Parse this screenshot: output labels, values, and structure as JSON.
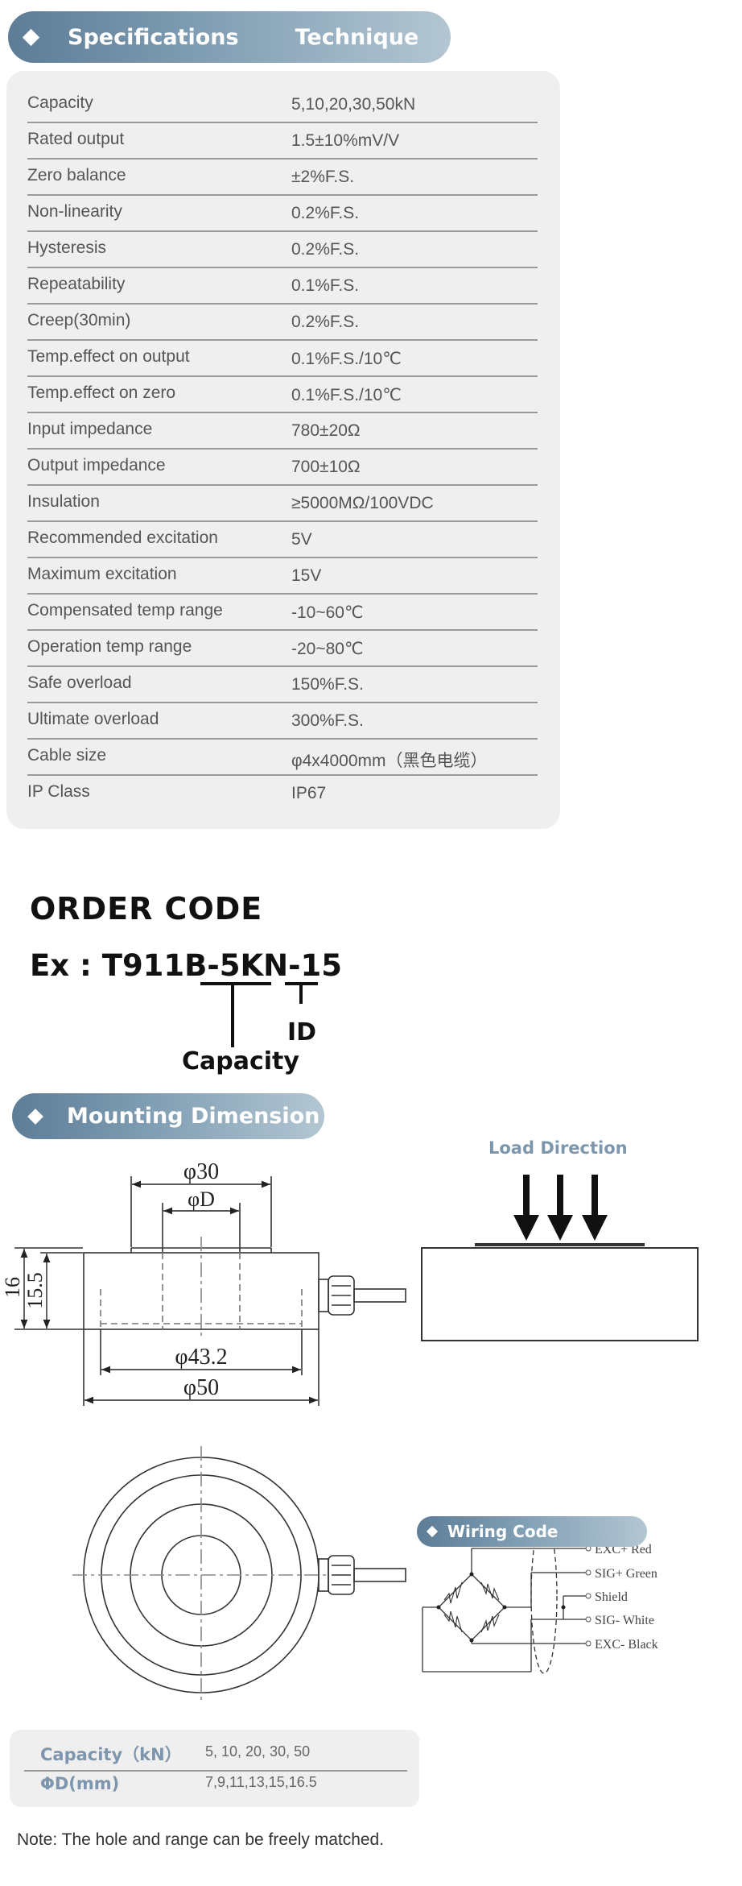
{
  "spec_header": {
    "left": "Specifications",
    "right": "Technique"
  },
  "specs": [
    {
      "k": "Capacity",
      "v": "5,10,20,30,50kN"
    },
    {
      "k": "Rated output",
      "v": "1.5±10%mV/V"
    },
    {
      "k": "Zero balance",
      "v": "±2%F.S."
    },
    {
      "k": "Non-linearity",
      "v": "0.2%F.S."
    },
    {
      "k": "Hysteresis",
      "v": "0.2%F.S."
    },
    {
      "k": "Repeatability",
      "v": "0.1%F.S."
    },
    {
      "k": "Creep(30min)",
      "v": "0.2%F.S."
    },
    {
      "k": "Temp.effect on output",
      "v": "0.1%F.S./10℃"
    },
    {
      "k": "Temp.effect on zero",
      "v": "0.1%F.S./10℃"
    },
    {
      "k": "Input impedance",
      "v": "780±20Ω"
    },
    {
      "k": "Output impedance",
      "v": "700±10Ω"
    },
    {
      "k": "Insulation",
      "v": "≥5000MΩ/100VDC"
    },
    {
      "k": "Recommended excitation",
      "v": "5V"
    },
    {
      "k": "Maximum excitation",
      "v": "15V"
    },
    {
      "k": "Compensated temp range",
      "v": "-10~60℃"
    },
    {
      "k": "Operation temp range",
      "v": "-20~80℃"
    },
    {
      "k": "Safe overload",
      "v": "150%F.S."
    },
    {
      "k": "Ultimate overload",
      "v": "300%F.S."
    },
    {
      "k": "Cable size",
      "v": "φ4x4000mm（黑色电缆）"
    },
    {
      "k": "IP Class",
      "v": "IP67"
    }
  ],
  "order": {
    "title": "ORDER CODE",
    "example": "Ex : T911B-5KN-15",
    "capacity_label": "Capacity",
    "id_label": "ID"
  },
  "mounting": {
    "title": "Mounting Dimension",
    "load_direction": "Load Direction",
    "dim_30": "φ30",
    "dim_D": "φD",
    "dim_16": "16",
    "dim_155": "15.5",
    "dim_432": "φ43.2",
    "dim_50": "φ50"
  },
  "wiring": {
    "title": "Wiring Code",
    "items": [
      "EXC+ Red",
      "SIG+ Green",
      "Shield",
      "SIG- White",
      "EXC- Black"
    ]
  },
  "capacity_table": {
    "row1_label": "Capacity（kN）",
    "row1_value": "5, 10, 20, 30, 50",
    "row2_label": "ΦD(mm)",
    "row2_value": "7,9,11,13,15,16.5"
  },
  "note": "Note: The hole and range can be freely matched."
}
